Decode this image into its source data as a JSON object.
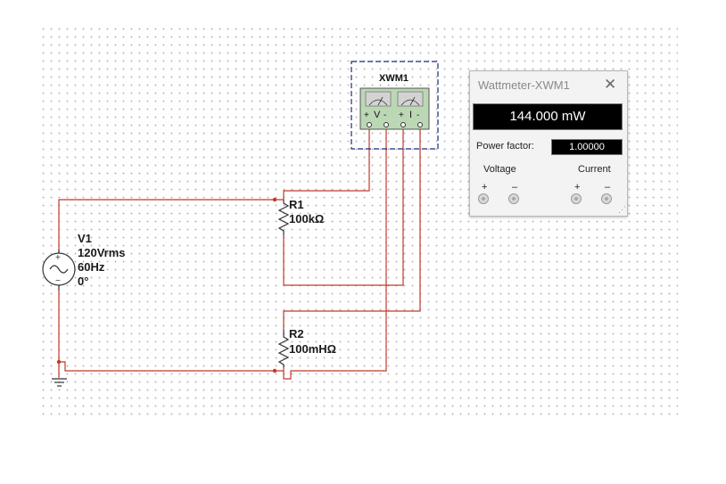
{
  "colors": {
    "wire": "#c0392b",
    "instrument_box": "#1b2a7a",
    "meter_face": "#bcd7b4"
  },
  "instrument": {
    "ref": "XWM1",
    "voltage_label": "V",
    "current_label": "I",
    "plus": "+",
    "minus": "-"
  },
  "source": {
    "ref": "V1",
    "value": "120Vrms",
    "freq": "60Hz",
    "phase": "0°",
    "plus": "+",
    "minus": "−"
  },
  "resistor1": {
    "ref": "R1",
    "value": "100kΩ"
  },
  "resistor2": {
    "ref": "R2",
    "value": "100mHΩ"
  },
  "wattmeter_panel": {
    "title": "Wattmeter-XWM1",
    "close_icon": "close-icon",
    "power_reading": "144.000 mW",
    "power_factor_label": "Power factor:",
    "power_factor_value": "1.00000",
    "voltage_label": "Voltage",
    "current_label": "Current",
    "plus": "+",
    "minus": "–"
  }
}
